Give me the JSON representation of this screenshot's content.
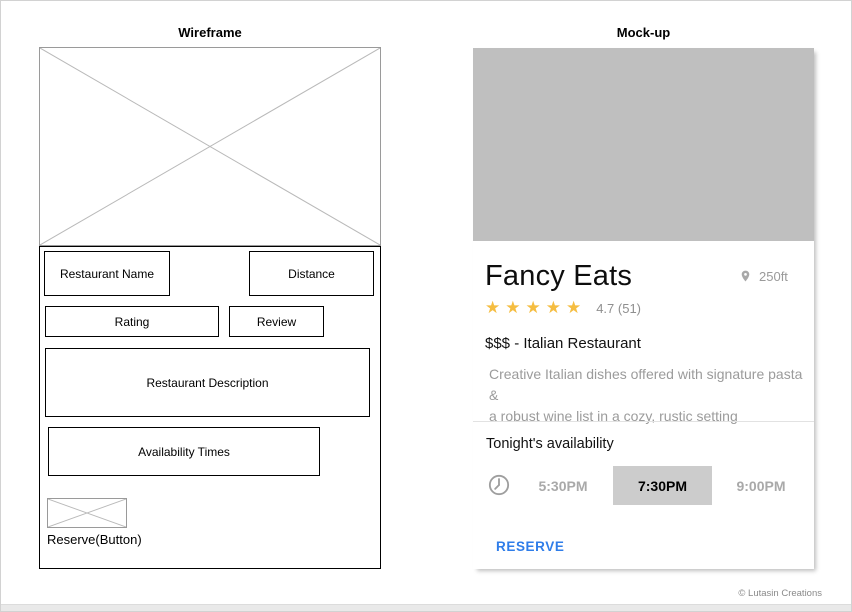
{
  "page": {
    "copyright": "© Lutasin Creations"
  },
  "wireframe": {
    "title": "Wireframe",
    "labels": {
      "restaurant_name": "Restaurant Name",
      "distance": "Distance",
      "rating": "Rating",
      "review": "Review",
      "description": "Restaurant Description",
      "availability": "Availability Times",
      "reserve": "Reserve(Button)"
    }
  },
  "mockup": {
    "title": "Mock-up",
    "restaurant_name": "Fancy Eats",
    "distance": "250ft",
    "stars": "★★★★★",
    "rating_text": "4.7 (51)",
    "price_category": "$$$ - Italian Restaurant",
    "description_line1": "Creative Italian dishes offered with signature pasta &",
    "description_line2": "a robust wine list in a cozy, rustic setting",
    "availability_heading": "Tonight's availability",
    "times": [
      {
        "label": "5:30PM",
        "selected": false
      },
      {
        "label": "7:30PM",
        "selected": true
      },
      {
        "label": "9:00PM",
        "selected": false
      }
    ],
    "reserve_label": "RESERVE",
    "colors": {
      "star": "#f5bd41",
      "reserve_blue": "#2f7de9",
      "selected_chip_bg": "#cccccc",
      "image_placeholder": "#bfbfbf"
    }
  }
}
